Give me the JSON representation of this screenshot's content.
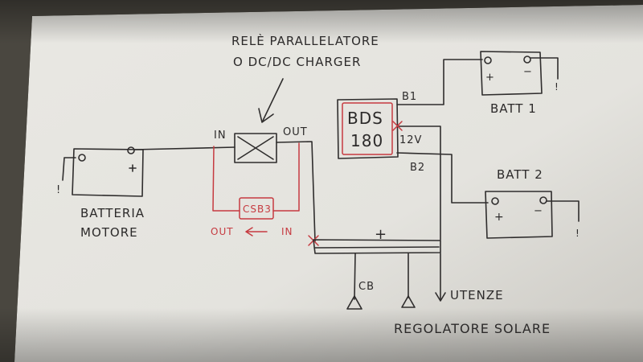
{
  "labels": {
    "relay_title_line1": "RELÈ PARALLELATORE",
    "relay_title_line2": "O DC/DC CHARGER",
    "relay_in": "IN",
    "relay_out": "OUT",
    "battery_motor_line1": "BATTERIA",
    "battery_motor_line2": "MOTORE",
    "csb_box": "CSB3",
    "csb_out": "OUT",
    "csb_in": "IN",
    "bds_line1": "BDS",
    "bds_line2": "180",
    "bds_b1": "B1",
    "bds_12v": "12V",
    "bds_b2": "B2",
    "batt1": "BATT 1",
    "batt2": "BATT 2",
    "bus_plus": "+",
    "cb": "CB",
    "utenze": "UTENZE",
    "regolatore": "REGOLATORE SOLARE",
    "plus_sign": "+",
    "minus_sign": "−",
    "ground_mark": "!"
  },
  "colors": {
    "paper": "#ecebe6",
    "ink": "#2f2d2d",
    "red_ink": "#c63a40",
    "background": "#5e5a52"
  }
}
